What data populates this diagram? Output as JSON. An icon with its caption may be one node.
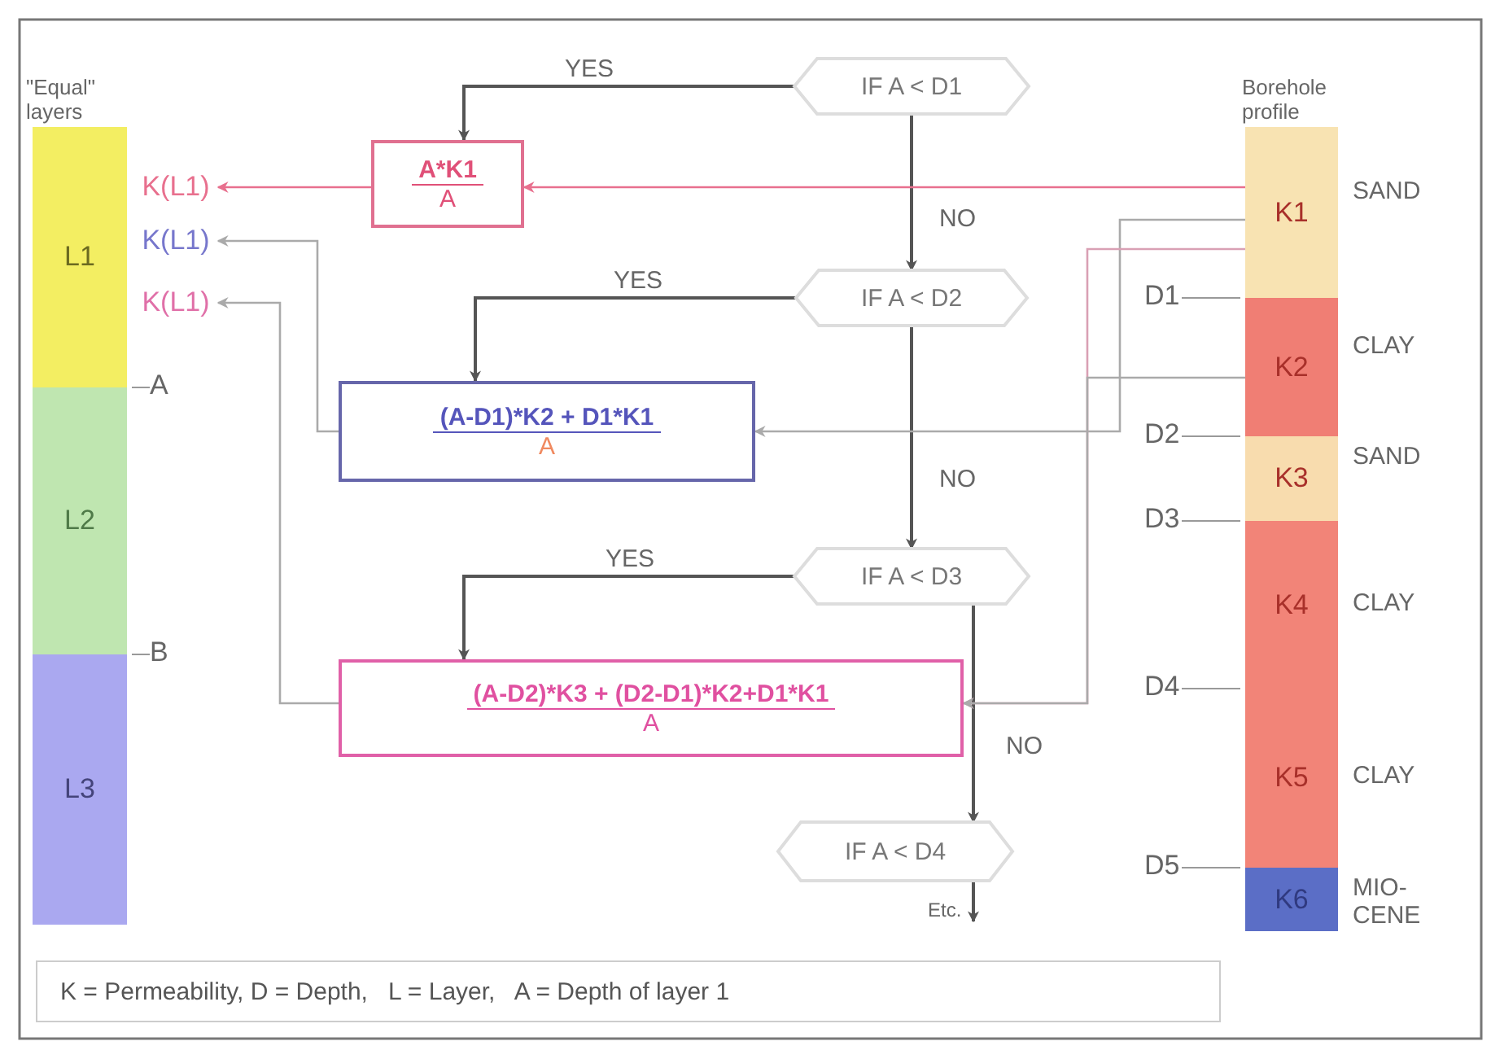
{
  "diagram": {
    "nodes": [
      {
        "text": [
          "L1"
        ]
      },
      {
        "text": [
          "L2"
        ]
      },
      {
        "text": [
          "L3"
        ]
      },
      {
        "text": [
          "K(L1)"
        ]
      },
      {
        "text": [
          "K(L1)"
        ]
      },
      {
        "text": [
          "K(L1)"
        ]
      },
      {
        "text": [
          "IF A < D1"
        ]
      },
      {
        "text": [
          "A*K1",
          "A"
        ]
      },
      {
        "text": [
          "IF A < D2"
        ]
      },
      {
        "text": [
          "(A-D1)*K2 + D1*K1",
          "A"
        ]
      },
      {
        "text": [
          "IF A < D3"
        ]
      },
      {
        "text": [
          "(A-D2)*K3 + (D2-D1)*K2+D1*K1",
          "A"
        ]
      },
      {
        "text": [
          "IF A < D4"
        ]
      },
      {
        "text": [
          "K1"
        ],
        "beside": [
          "SAND"
        ]
      },
      {
        "text": [
          "K2"
        ],
        "beside": [
          "CLAY"
        ]
      },
      {
        "text": [
          "K3"
        ],
        "beside": [
          "SAND"
        ]
      },
      {
        "text": [
          "K4"
        ],
        "beside": [
          "CLAY"
        ]
      },
      {
        "text": [
          "K5"
        ],
        "beside": [
          "CLAY"
        ]
      },
      {
        "text": [
          "K6"
        ],
        "beside": [
          "MIO- CENE"
        ]
      },
      {
        "text": [
          "K = Permeability, D = Depth,   L = Layer,   A = Depth of layer 1"
        ]
      }
    ],
    "edges": [
      {
        "from": 6,
        "to": 7,
        "arrow": "to",
        "label": "YES"
      },
      {
        "from": 6,
        "to": 8,
        "arrow": "to",
        "label": "NO"
      },
      {
        "from": 8,
        "to": 9,
        "arrow": "to",
        "label": "YES"
      },
      {
        "from": 8,
        "to": 10,
        "arrow": "to",
        "label": "NO"
      },
      {
        "from": 10,
        "to": 11,
        "arrow": "to",
        "label": "YES"
      },
      {
        "from": 10,
        "to": 12,
        "arrow": "to",
        "label": "NO"
      },
      {
        "from": 12,
        "to": null,
        "arrow": "to",
        "label": "Etc."
      },
      {
        "from": 13,
        "to": 7,
        "arrow": "to",
        "color": "#e8708e"
      },
      {
        "from": 7,
        "to": 3,
        "arrow": "to",
        "color": "#e8708e"
      },
      {
        "from": 13,
        "to": 9,
        "arrow": "to",
        "color": "#aaaaaa"
      },
      {
        "from": 13,
        "to": 11,
        "arrow": "to",
        "color": "#d9a0b4"
      },
      {
        "from": 14,
        "to": 11,
        "arrow": "to",
        "color": "#aaaaaa"
      },
      {
        "from": 9,
        "to": 4,
        "arrow": "to",
        "color": "#aaaaaa"
      },
      {
        "from": 11,
        "to": 5,
        "arrow": "to",
        "color": "#aaaaaa"
      }
    ],
    "labels": [
      "\"Equal\" layers",
      "A",
      "B",
      "Borehole profile",
      "D1",
      "D2",
      "D3",
      "D4",
      "D5"
    ]
  }
}
